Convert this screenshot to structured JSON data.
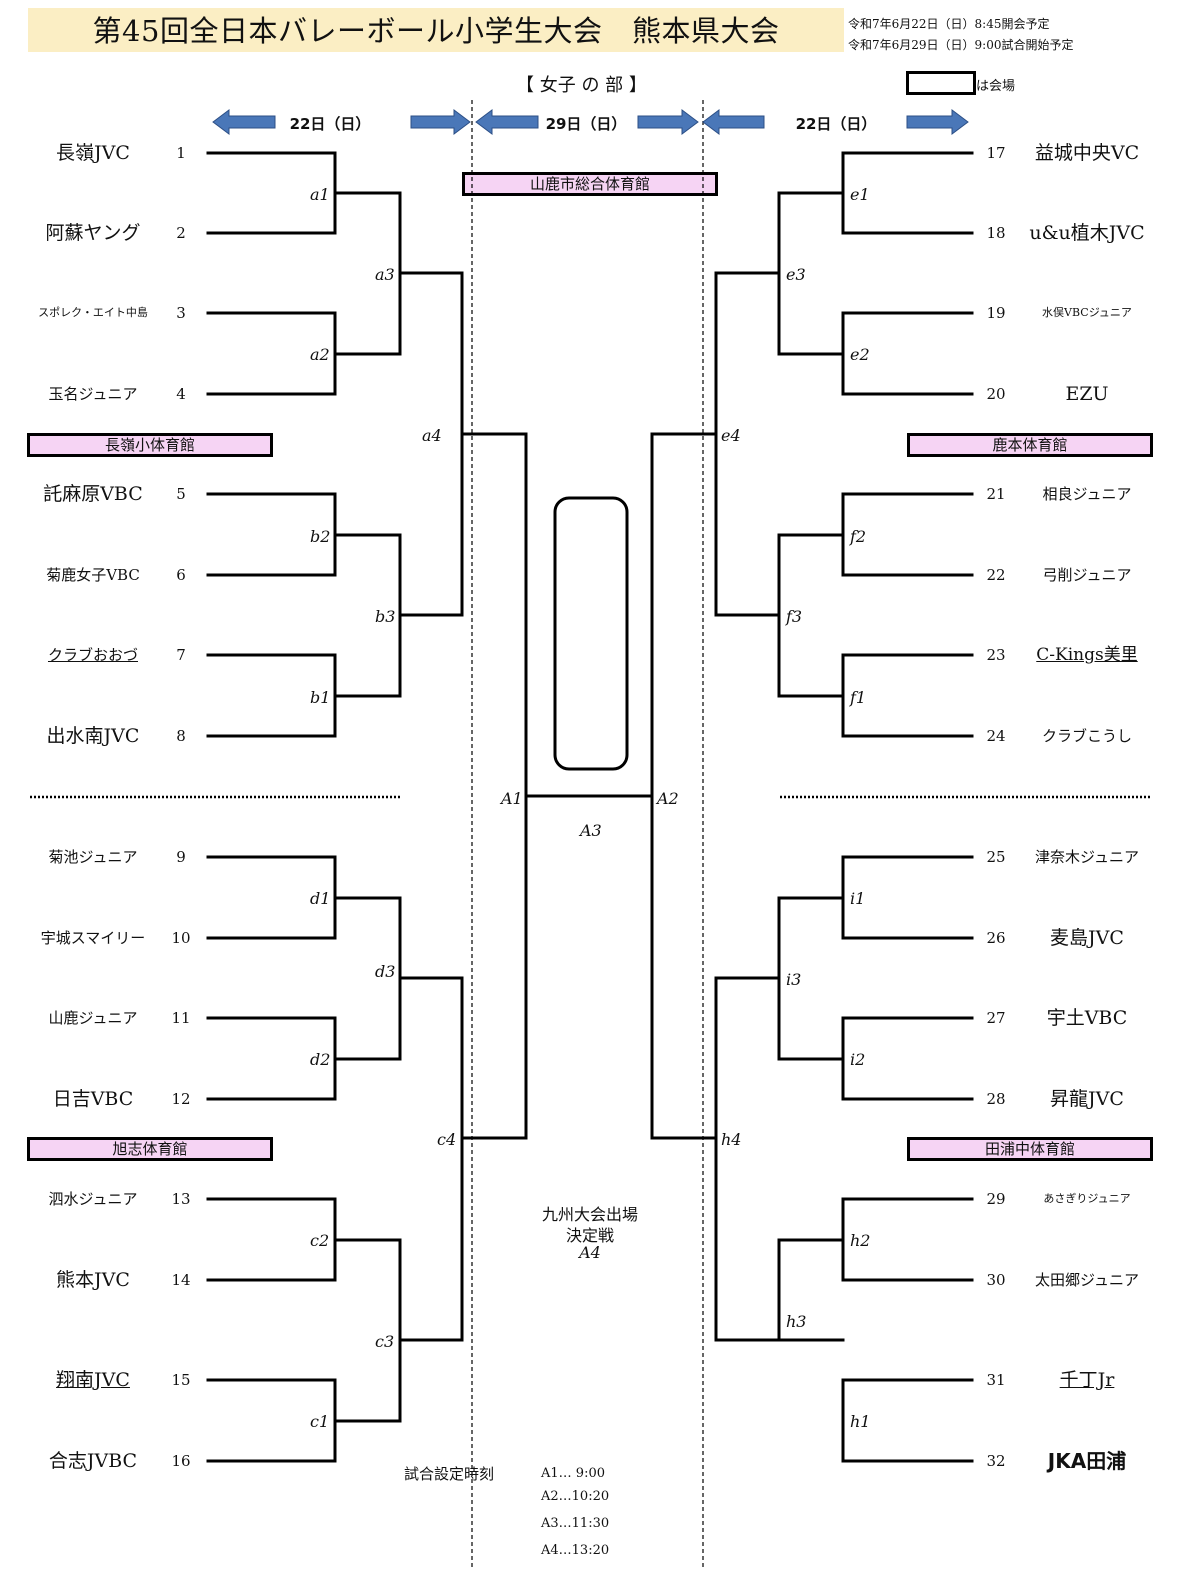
{
  "title": "第45回全日本バレーボール小学生大会　熊本県大会",
  "notes": [
    "令和7年6月22日（日）8:45開会予定",
    "令和7年6月29日（日）9:00試合開始予定"
  ],
  "division": "【 女子 の 部 】",
  "legend_text": "は会場",
  "days": [
    "22日（日）",
    "29日（日）",
    "22日（日）"
  ],
  "venues": {
    "center": "山鹿市総合体育館",
    "a": "長嶺小体育館",
    "c": "旭志体育館",
    "e": "鹿本体育館",
    "h": "田浦中体育館"
  },
  "teams_left": [
    {
      "seed": "1",
      "name": "長嶺JVC"
    },
    {
      "seed": "2",
      "name": "阿蘇ヤング"
    },
    {
      "seed": "3",
      "name": "スポレク・エイト中島"
    },
    {
      "seed": "4",
      "name": "玉名ジュニア"
    },
    {
      "seed": "5",
      "name": "託麻原VBC"
    },
    {
      "seed": "6",
      "name": "菊鹿女子VBC"
    },
    {
      "seed": "7",
      "name": "クラブおおづ"
    },
    {
      "seed": "8",
      "name": "出水南JVC"
    },
    {
      "seed": "9",
      "name": "菊池ジュニア"
    },
    {
      "seed": "10",
      "name": "宇城スマイリー"
    },
    {
      "seed": "11",
      "name": "山鹿ジュニア"
    },
    {
      "seed": "12",
      "name": "日吉VBC"
    },
    {
      "seed": "13",
      "name": "泗水ジュニア"
    },
    {
      "seed": "14",
      "name": "熊本JVC"
    },
    {
      "seed": "15",
      "name": "翔南JVC"
    },
    {
      "seed": "16",
      "name": "合志JVBC"
    }
  ],
  "teams_right": [
    {
      "seed": "17",
      "name": "益城中央VC"
    },
    {
      "seed": "18",
      "name": "u&u植木JVC"
    },
    {
      "seed": "19",
      "name": "水俣VBCジュニア"
    },
    {
      "seed": "20",
      "name": "EZU"
    },
    {
      "seed": "21",
      "name": "相良ジュニア"
    },
    {
      "seed": "22",
      "name": "弓削ジュニア"
    },
    {
      "seed": "23",
      "name": "C-Kings美里"
    },
    {
      "seed": "24",
      "name": "クラブこうし"
    },
    {
      "seed": "25",
      "name": "津奈木ジュニア"
    },
    {
      "seed": "26",
      "name": "麦島JVC"
    },
    {
      "seed": "27",
      "name": "宇土VBC"
    },
    {
      "seed": "28",
      "name": "昇龍JVC"
    },
    {
      "seed": "29",
      "name": "あさぎりジュニア"
    },
    {
      "seed": "30",
      "name": "太田郷ジュニア"
    },
    {
      "seed": "31",
      "name": "千丁Jr"
    },
    {
      "seed": "32",
      "name": "JKA田浦"
    }
  ],
  "match_labels": {
    "a1": "a1",
    "a2": "a2",
    "a3": "a3",
    "a4": "a4",
    "b1": "b1",
    "b2": "b2",
    "b3": "b3",
    "d1": "d1",
    "d2": "d2",
    "d3": "d3",
    "c1": "c1",
    "c2": "c2",
    "c3": "c3",
    "c4": "c4",
    "e1": "e1",
    "e2": "e2",
    "e3": "e3",
    "e4": "e4",
    "f1": "f1",
    "f2": "f2",
    "f3": "f3",
    "i1": "i1",
    "i2": "i2",
    "i3": "i3",
    "h1": "h1",
    "h2": "h2",
    "h3": "h3",
    "h4": "h4",
    "A1": "A1",
    "A2": "A2",
    "A3": "A3"
  },
  "kyushu": [
    "九州大会出場",
    "決定戦",
    "A4"
  ],
  "schedule_title": "試合設定時刻",
  "schedule": [
    "A1… 9:00",
    "A2…10:20",
    "A3…11:30",
    "A4…13:20"
  ],
  "colors": {
    "title_bg": "#fbeec4",
    "venue_bg": "#f6d4f4",
    "arrow": "#4a77b8"
  }
}
